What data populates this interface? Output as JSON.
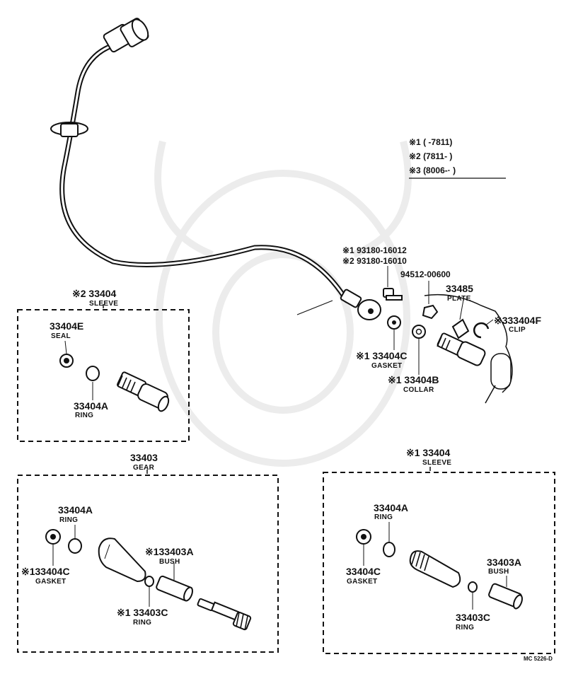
{
  "legend": {
    "note1": "※1 (      -7811)",
    "note2": "※2 (7811-      )",
    "note3": "※3 (8006-·     )"
  },
  "top_labels": {
    "screw1": "※1 93180-16012",
    "screw2": "※2 93180-16010",
    "nut": "94512-00600",
    "plate_num": "33485",
    "plate_desc": "PLATE",
    "clip_num": "※333404F",
    "clip_desc": "CLIP",
    "gasket_num": "※1 33404C",
    "gasket_desc": "GASKET",
    "collar_num": "※1 33404B",
    "collar_desc": "COLLAR"
  },
  "box_left": {
    "title_num": "※2 33404",
    "title_desc": "SLEEVE",
    "seal_num": "33404E",
    "seal_desc": "SEAL",
    "ring_num": "33404A",
    "ring_desc": "RING"
  },
  "box_gear": {
    "title_num": "33403",
    "title_desc": "GEAR",
    "ring_num": "33404A",
    "ring_desc": "RING",
    "gasket_num": "※133404C",
    "gasket_desc": "GASKET",
    "bush_num": "※133403A",
    "bush_desc": "BUSH",
    "ring2_num": "※1 33403C",
    "ring2_desc": "RING"
  },
  "box_right": {
    "title_num": "※1 33404",
    "title_desc": "SLEEVE",
    "ring_num": "33404A",
    "ring_desc": "RING",
    "gasket_num": "33404C",
    "gasket_desc": "GASKET",
    "bush_num": "33403A",
    "bush_desc": "BUSH",
    "ring2_num": "33403C",
    "ring2_desc": "RING"
  },
  "footer": {
    "code": "MC 5226-D"
  }
}
